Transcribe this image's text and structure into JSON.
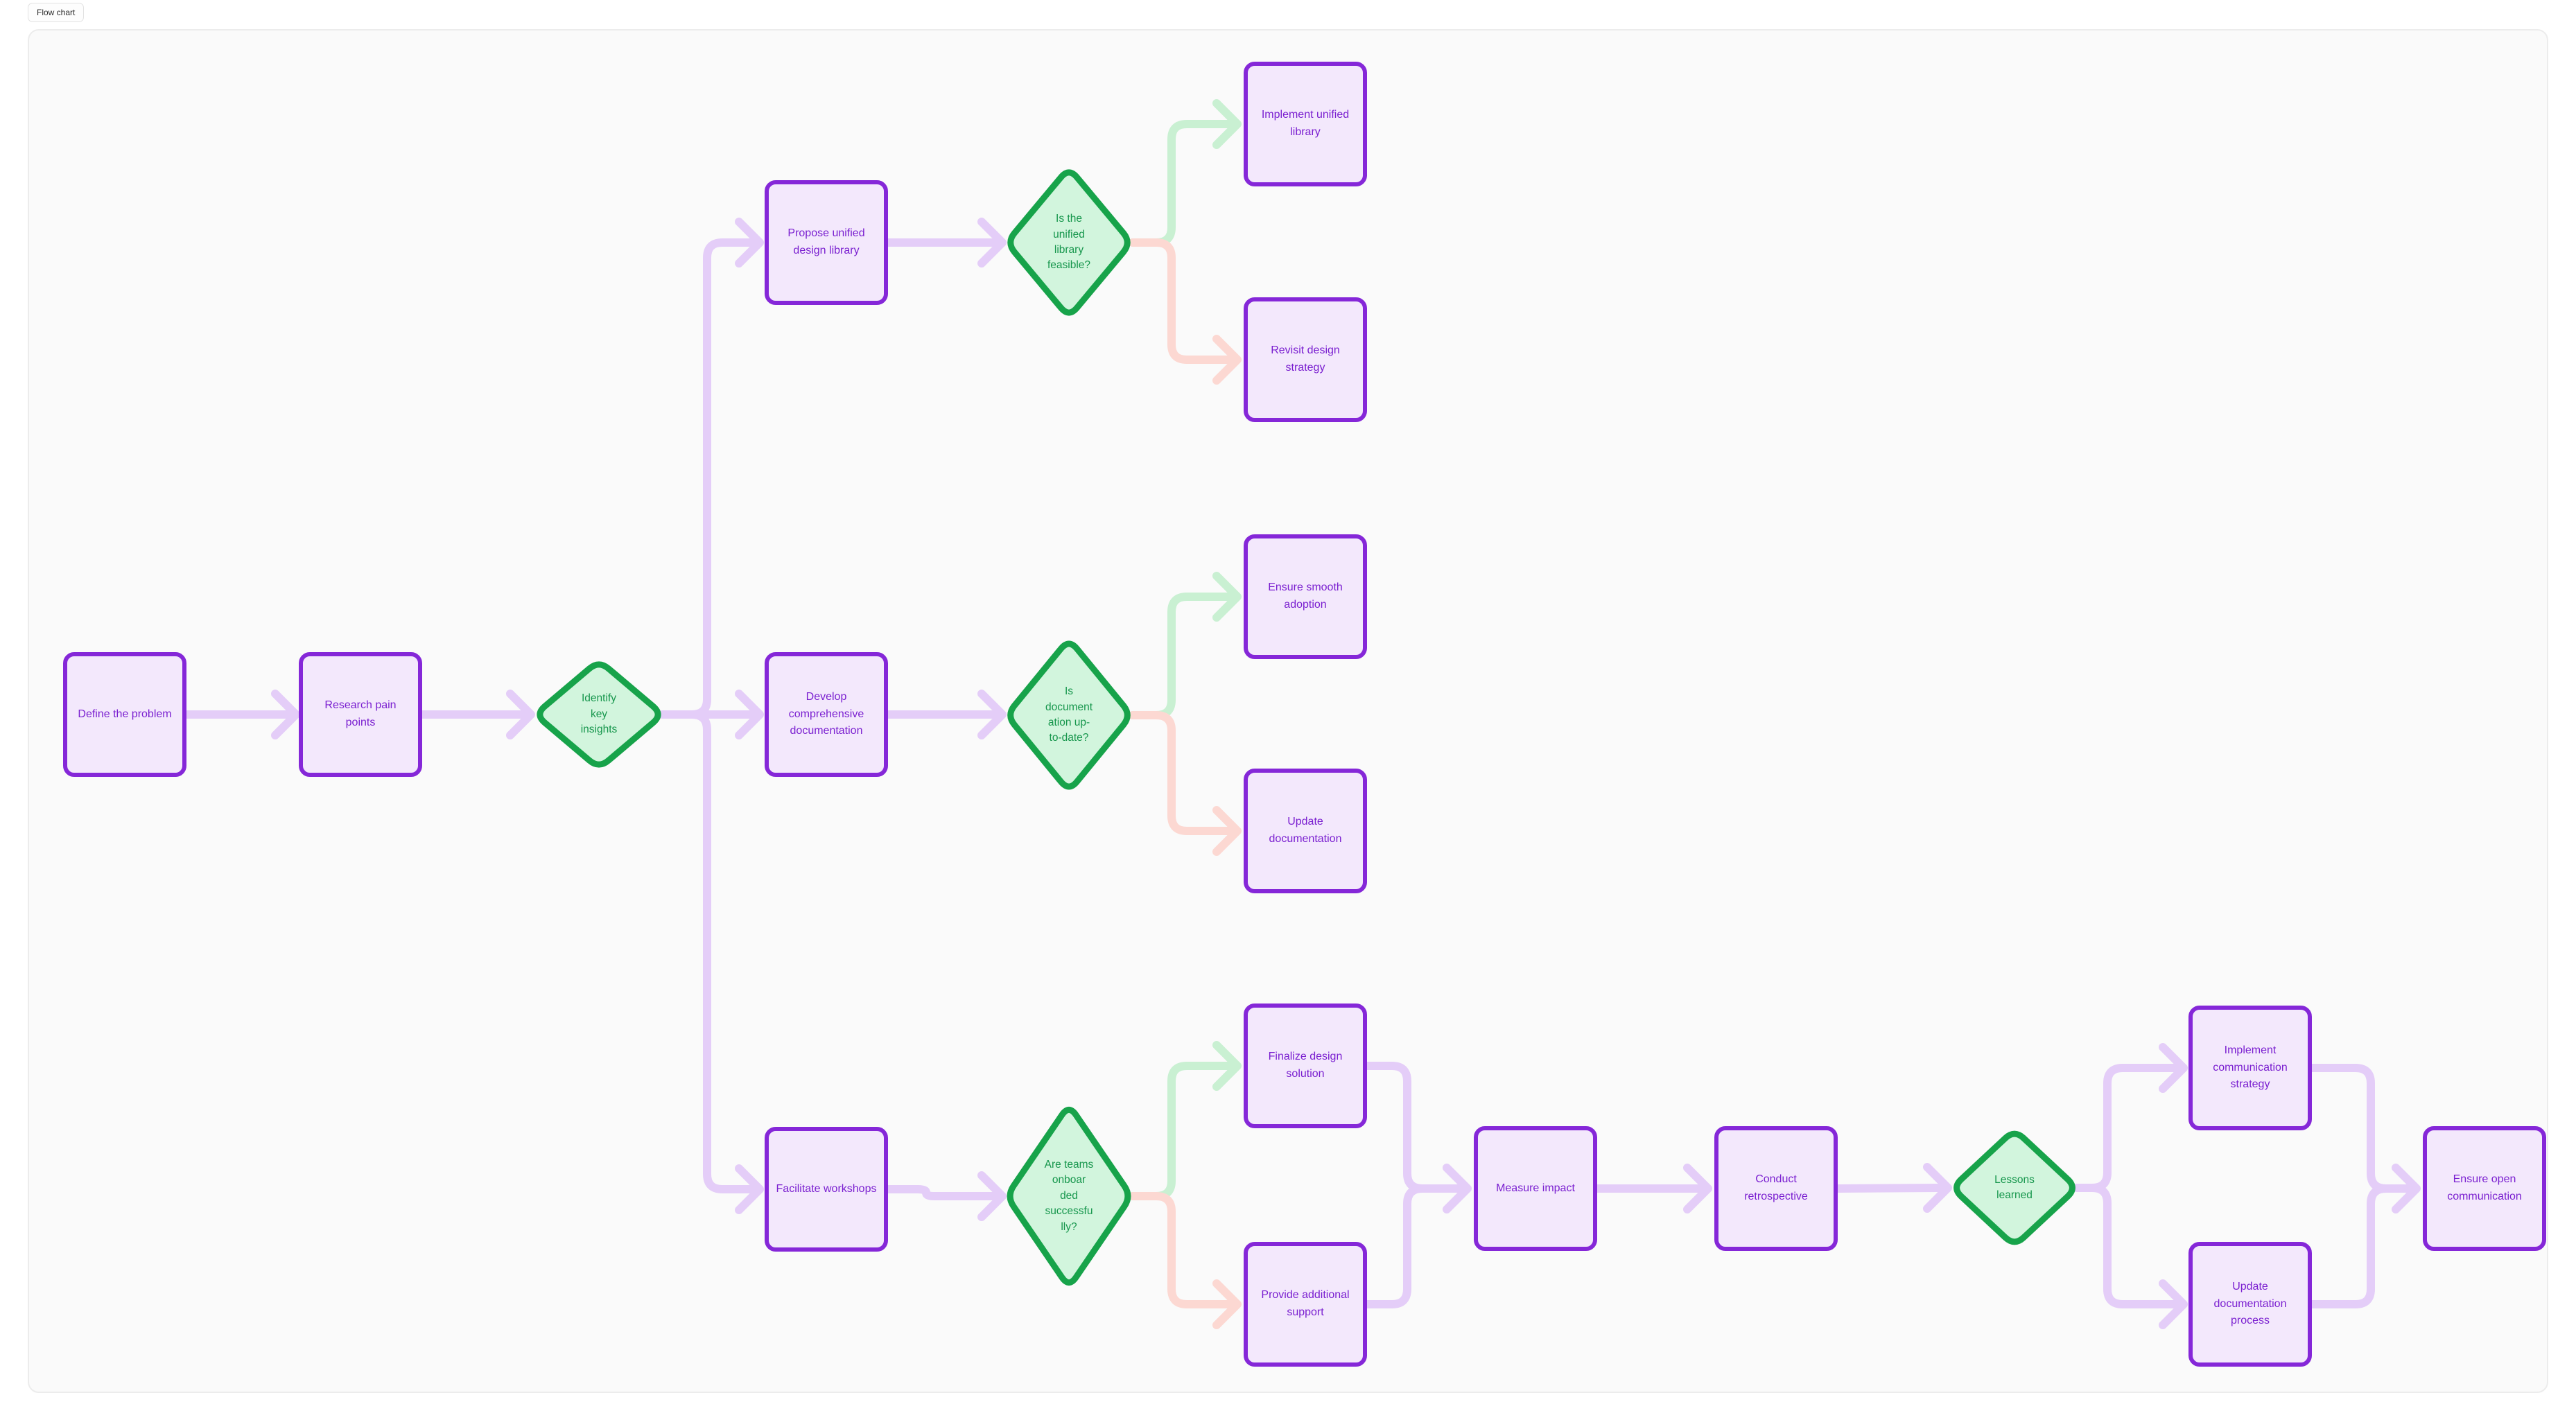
{
  "title_chip": "Flow chart",
  "colors": {
    "canvas_bg": "#fafafa",
    "box_fill": "#f3e8fc",
    "box_border": "#8527d8",
    "box_text": "#7a1fd0",
    "diamond_fill": "#d2f5dd",
    "diamond_border": "#17a34a",
    "diamond_text": "#16964c",
    "edge_purple": "#e4cdf8",
    "edge_green": "#c9f0d2",
    "edge_red": "#fcd8d2"
  },
  "nodes": [
    {
      "id": "define-problem",
      "type": "process",
      "label": "Define the problem"
    },
    {
      "id": "research-pain-points",
      "type": "process",
      "label": "Research pain points"
    },
    {
      "id": "identify-key-insights",
      "type": "decision",
      "label": "Identify\nkey\ninsights"
    },
    {
      "id": "propose-unified-design-library",
      "type": "process",
      "label": "Propose unified design library"
    },
    {
      "id": "develop-comprehensive-documentation",
      "type": "process",
      "label": "Develop comprehensive documentation"
    },
    {
      "id": "facilitate-workshops",
      "type": "process",
      "label": "Facilitate workshops"
    },
    {
      "id": "is-unified-library-feasible",
      "type": "decision",
      "label": "Is the\nunified\nlibrary\nfeasible?"
    },
    {
      "id": "is-documentation-up-to-date",
      "type": "decision",
      "label": "Is\ndocument\nation up-\nto-date?"
    },
    {
      "id": "are-teams-onboarded-successfully",
      "type": "decision",
      "label": "Are teams\nonboar\nded\nsuccessfu\nlly?"
    },
    {
      "id": "implement-unified-library",
      "type": "process",
      "label": "Implement unified library"
    },
    {
      "id": "revisit-design-strategy",
      "type": "process",
      "label": "Revisit design strategy"
    },
    {
      "id": "ensure-smooth-adoption",
      "type": "process",
      "label": "Ensure smooth adoption"
    },
    {
      "id": "update-documentation",
      "type": "process",
      "label": "Update documentation"
    },
    {
      "id": "finalize-design-solution",
      "type": "process",
      "label": "Finalize design solution"
    },
    {
      "id": "provide-additional-support",
      "type": "process",
      "label": "Provide additional support"
    },
    {
      "id": "measure-impact",
      "type": "process",
      "label": "Measure impact"
    },
    {
      "id": "conduct-retrospective",
      "type": "process",
      "label": "Conduct retrospective"
    },
    {
      "id": "lessons-learned",
      "type": "decision",
      "label": "Lessons\nlearned"
    },
    {
      "id": "implement-communication-strategy",
      "type": "process",
      "label": "Implement communication strategy"
    },
    {
      "id": "update-documentation-process",
      "type": "process",
      "label": "Update documentation process"
    },
    {
      "id": "ensure-open-communication",
      "type": "process",
      "label": "Ensure open communication"
    }
  ],
  "edges": [
    {
      "from": "define-problem",
      "to": "research-pain-points",
      "tone": "purple"
    },
    {
      "from": "research-pain-points",
      "to": "identify-key-insights",
      "tone": "purple"
    },
    {
      "from": "identify-key-insights",
      "to": "propose-unified-design-library",
      "tone": "purple"
    },
    {
      "from": "identify-key-insights",
      "to": "develop-comprehensive-documentation",
      "tone": "purple"
    },
    {
      "from": "identify-key-insights",
      "to": "facilitate-workshops",
      "tone": "purple"
    },
    {
      "from": "propose-unified-design-library",
      "to": "is-unified-library-feasible",
      "tone": "purple"
    },
    {
      "from": "is-unified-library-feasible",
      "to": "implement-unified-library",
      "tone": "green"
    },
    {
      "from": "is-unified-library-feasible",
      "to": "revisit-design-strategy",
      "tone": "red"
    },
    {
      "from": "develop-comprehensive-documentation",
      "to": "is-documentation-up-to-date",
      "tone": "purple"
    },
    {
      "from": "is-documentation-up-to-date",
      "to": "ensure-smooth-adoption",
      "tone": "green"
    },
    {
      "from": "is-documentation-up-to-date",
      "to": "update-documentation",
      "tone": "red"
    },
    {
      "from": "facilitate-workshops",
      "to": "are-teams-onboarded-successfully",
      "tone": "purple"
    },
    {
      "from": "are-teams-onboarded-successfully",
      "to": "finalize-design-solution",
      "tone": "green"
    },
    {
      "from": "are-teams-onboarded-successfully",
      "to": "provide-additional-support",
      "tone": "red"
    },
    {
      "from": "finalize-design-solution",
      "to": "measure-impact",
      "tone": "purple"
    },
    {
      "from": "provide-additional-support",
      "to": "measure-impact",
      "tone": "purple"
    },
    {
      "from": "measure-impact",
      "to": "conduct-retrospective",
      "tone": "purple"
    },
    {
      "from": "conduct-retrospective",
      "to": "lessons-learned",
      "tone": "purple"
    },
    {
      "from": "lessons-learned",
      "to": "implement-communication-strategy",
      "tone": "purple"
    },
    {
      "from": "lessons-learned",
      "to": "update-documentation-process",
      "tone": "purple"
    },
    {
      "from": "implement-communication-strategy",
      "to": "ensure-open-communication",
      "tone": "purple"
    },
    {
      "from": "update-documentation-process",
      "to": "ensure-open-communication",
      "tone": "purple"
    }
  ]
}
